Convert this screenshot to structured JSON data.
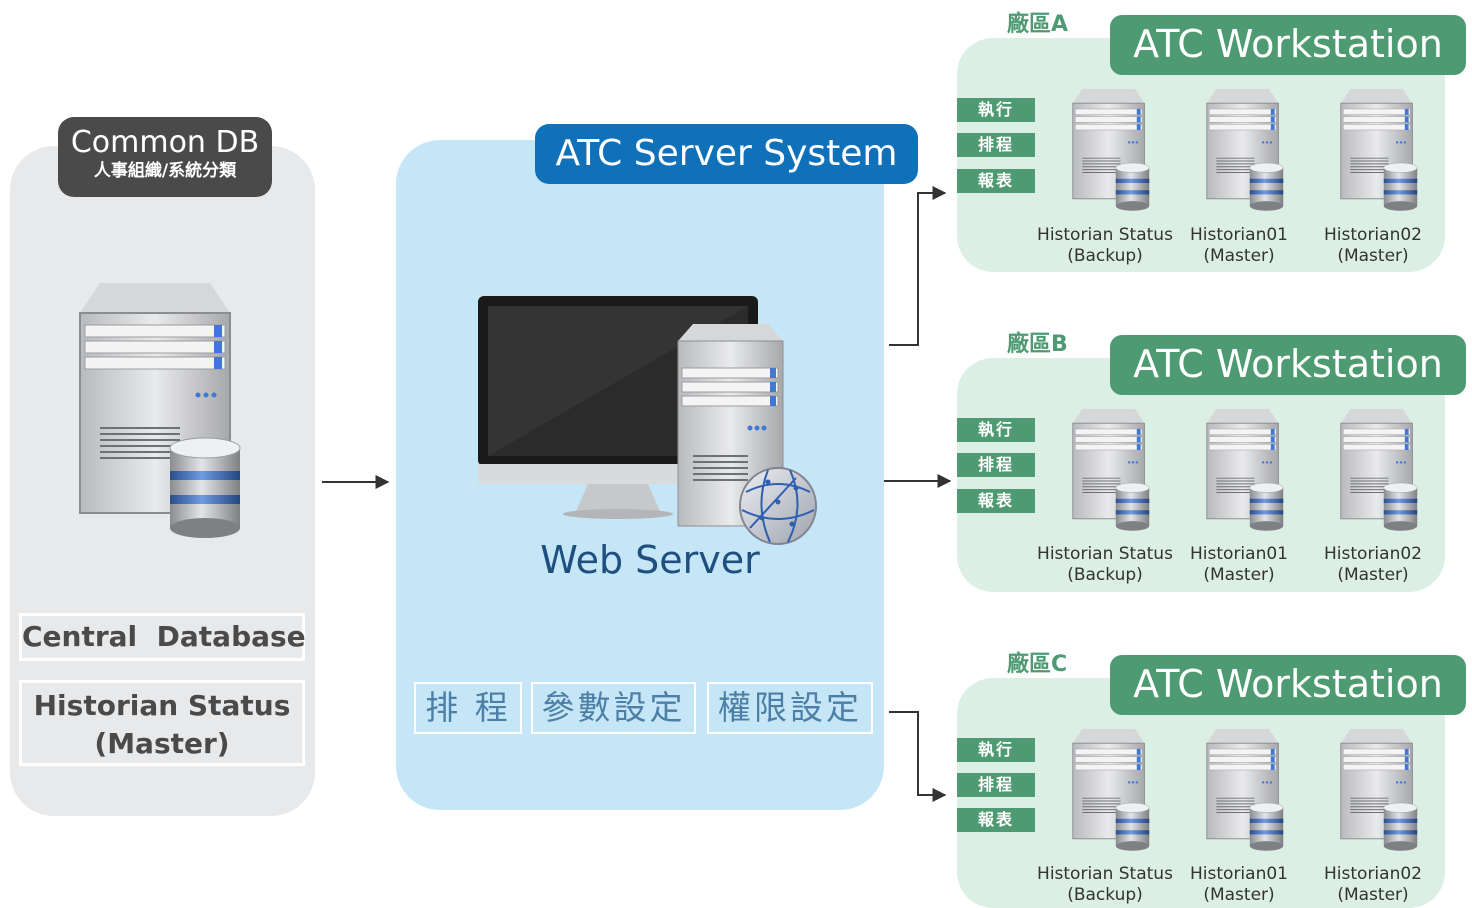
{
  "common_db": {
    "title": "Common DB",
    "subtitle": "人事組織/系統分類",
    "central_database": "Central  Database",
    "historian_status_line1": "Historian Status",
    "historian_status_line2": "(Master)"
  },
  "server_system": {
    "title": "ATC Server System",
    "web_server": "Web Server",
    "buttons": [
      "排 程",
      "參數設定",
      "權限設定"
    ]
  },
  "workstations": [
    {
      "area": "廠區A",
      "title": "ATC Workstation",
      "buttons": [
        "執行",
        "排程",
        "報表"
      ],
      "servers": [
        {
          "name": "Historian Status",
          "role": "(Backup)"
        },
        {
          "name": "Historian01",
          "role": "(Master)"
        },
        {
          "name": "Historian02",
          "role": "(Master)"
        }
      ]
    },
    {
      "area": "廠區B",
      "title": "ATC Workstation",
      "buttons": [
        "執行",
        "排程",
        "報表"
      ],
      "servers": [
        {
          "name": "Historian Status",
          "role": "(Backup)"
        },
        {
          "name": "Historian01",
          "role": "(Master)"
        },
        {
          "name": "Historian02",
          "role": "(Master)"
        }
      ]
    },
    {
      "area": "廠區C",
      "title": "ATC Workstation",
      "buttons": [
        "執行",
        "排程",
        "報表"
      ],
      "servers": [
        {
          "name": "Historian Status",
          "role": "(Backup)"
        },
        {
          "name": "Historian01",
          "role": "(Master)"
        },
        {
          "name": "Historian02",
          "role": "(Master)"
        }
      ]
    }
  ],
  "colors": {
    "db_gray": "#4a4a4b",
    "server_blue": "#1071b8",
    "workstation_green": "#4e9a72"
  }
}
